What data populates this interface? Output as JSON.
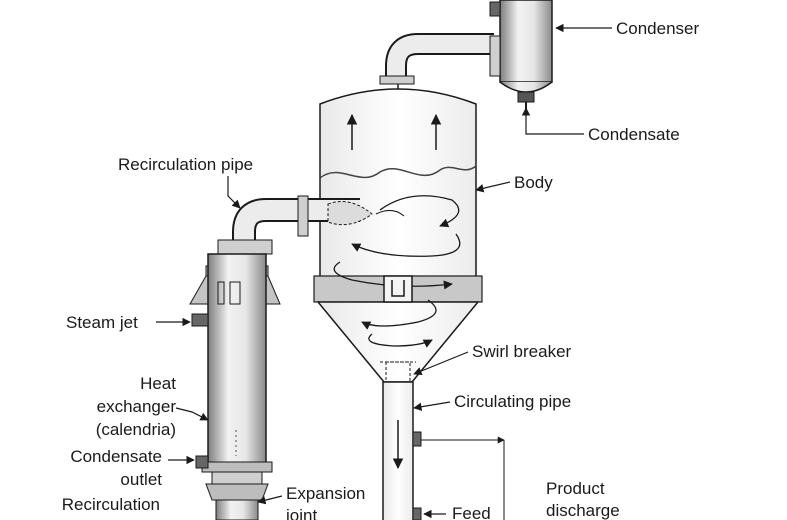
{
  "diagram": {
    "labels": {
      "condenser": "Condenser",
      "condensate": "Condensate",
      "recirculation_pipe": "Recirculation pipe",
      "body": "Body",
      "steam_jet": "Steam jet",
      "heat_exchanger_1": "Heat",
      "heat_exchanger_2": "exchanger",
      "heat_exchanger_3": "(calendria)",
      "condensate_outlet_1": "Condensate",
      "condensate_outlet_2": "outlet",
      "recirculation_bottom": "Recirculation",
      "swirl_breaker": "Swirl breaker",
      "circulating_pipe": "Circulating pipe",
      "expansion_joint_1": "Expansion",
      "expansion_joint_2": "joint",
      "feed": "Feed",
      "product_discharge_1": "Product",
      "product_discharge_2": "discharge"
    },
    "colors": {
      "line": "#1a1a1a",
      "metal_light": "#f2f2f2",
      "metal_mid": "#bdbdbd",
      "metal_dark": "#7d7d7d",
      "tray": "#c8c8c8"
    }
  }
}
